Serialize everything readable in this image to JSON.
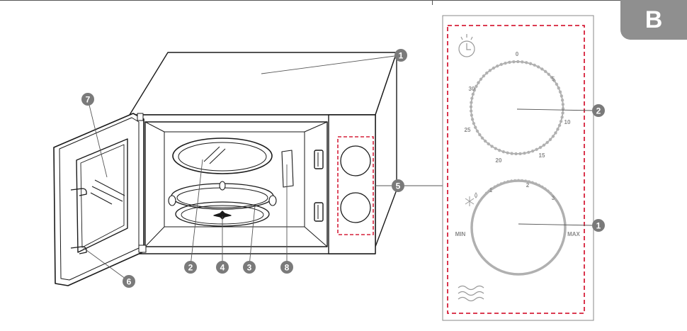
{
  "section_tab": {
    "letter": "B"
  },
  "callouts": {
    "oven_body": "1",
    "door_window": "7",
    "glass_tray": "2",
    "drive_coupling": "4",
    "roller_ring": "3",
    "waveguide_cover": "8",
    "control_panel": "5",
    "door_hinge": "6"
  },
  "panel": {
    "timer_dial": {
      "ticks": [
        "0",
        "5",
        "10",
        "15",
        "20",
        "25",
        "30"
      ],
      "callout": "2"
    },
    "power_dial": {
      "defrost_levels": [
        "1",
        "2",
        "3"
      ],
      "min_label": "MIN",
      "max_label": "MAX",
      "callout": "1"
    },
    "icons": [
      "timer-clock-icon",
      "defrost-snowflake-icon",
      "microwave-waves-icon"
    ]
  },
  "colors": {
    "callout_fill": "#7a7a7a",
    "dashed_frame": "#d6203a",
    "dial_gray": "#a8a8a8",
    "line_dark": "#1a1a1a"
  }
}
